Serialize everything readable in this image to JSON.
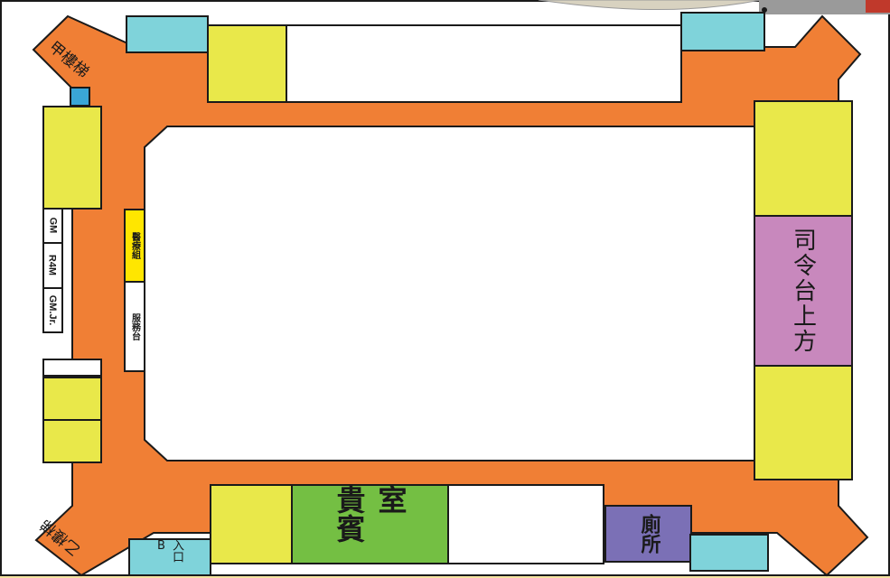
{
  "map": {
    "stairs_a": "甲樓梯",
    "stairs_b": "乙樓梯",
    "commander_stand": "司令台上方",
    "vip_room": "貴賓室",
    "toilet": "廁所",
    "entrance": "入口B",
    "medical": "醫療組",
    "service": "服務台",
    "gm": "GM",
    "r4m": "R4M",
    "gm_jr": "GM.Jr."
  },
  "colors": {
    "background": "#f4e2a0",
    "corridor": "#f07f35",
    "stall_yellow": "#e9e84a",
    "stall_cyan": "#7fd3da",
    "commander_purple": "#c888bd",
    "vip_green": "#74bf43",
    "toilet_violet": "#7b70b6",
    "medical_yellow": "#ffe600"
  }
}
